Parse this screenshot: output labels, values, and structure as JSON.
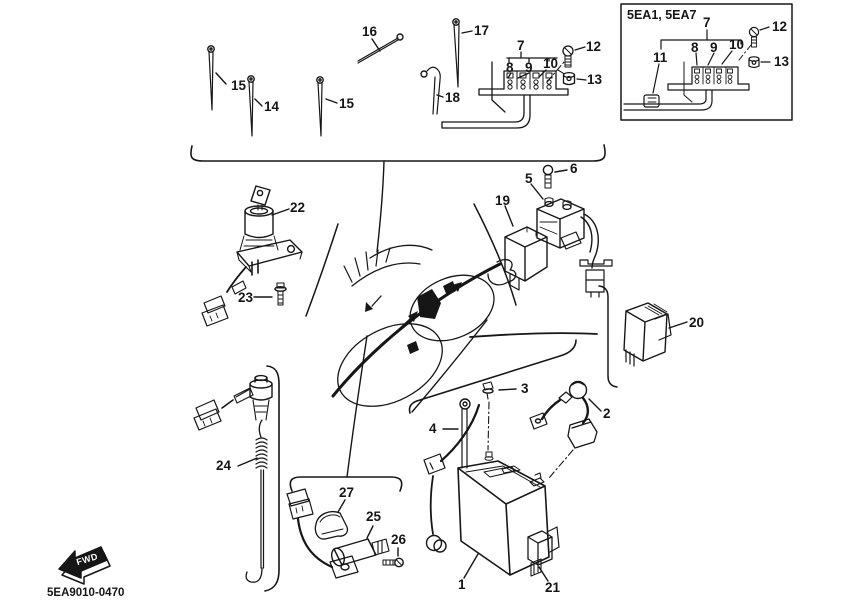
{
  "doc": {
    "part_code": "5EA9010-0470",
    "fwd": "FWD"
  },
  "inset": {
    "title": "5EA1, 5EA7",
    "callouts": [
      "7",
      "8",
      "9",
      "10",
      "11",
      "12",
      "13"
    ]
  },
  "callouts": [
    {
      "ref": "15"
    },
    {
      "ref": "14"
    },
    {
      "ref": "16"
    },
    {
      "ref": "15"
    },
    {
      "ref": "17"
    },
    {
      "ref": "18"
    },
    {
      "ref": "7"
    },
    {
      "ref": "8"
    },
    {
      "ref": "9"
    },
    {
      "ref": "10"
    },
    {
      "ref": "12"
    },
    {
      "ref": "13"
    },
    {
      "ref": "22"
    },
    {
      "ref": "23"
    },
    {
      "ref": "5"
    },
    {
      "ref": "6"
    },
    {
      "ref": "19"
    },
    {
      "ref": "20"
    },
    {
      "ref": "2"
    },
    {
      "ref": "3"
    },
    {
      "ref": "4"
    },
    {
      "ref": "1"
    },
    {
      "ref": "21"
    },
    {
      "ref": "24"
    },
    {
      "ref": "27"
    },
    {
      "ref": "25"
    },
    {
      "ref": "26"
    }
  ],
  "colors": {
    "ink": "#161616",
    "paper": "#ffffff"
  }
}
